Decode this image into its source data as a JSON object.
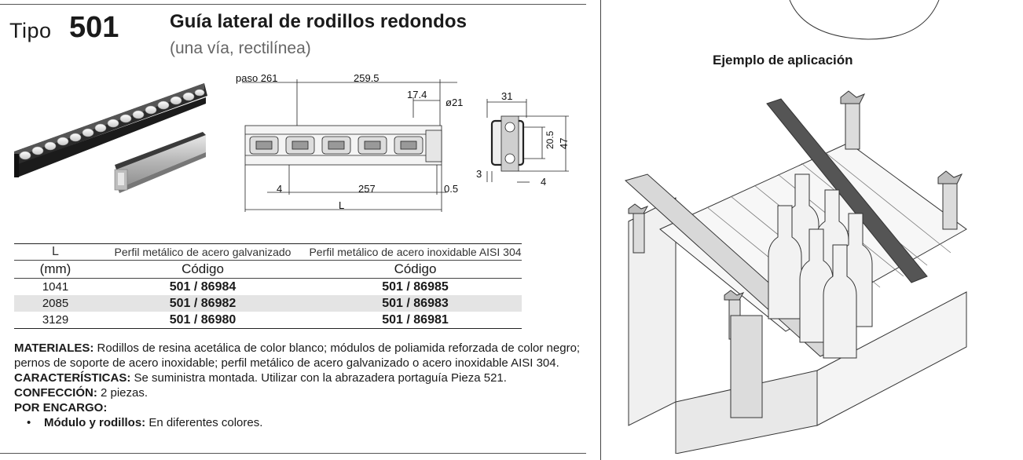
{
  "header": {
    "tipo_label": "Tipo",
    "tipo_number": "501",
    "title": "Guía lateral de rodillos redondos",
    "subtitle": "(una vía, rectilínea)"
  },
  "drawing": {
    "paso_label": "paso 261",
    "dim_259_5": "259.5",
    "dim_17_4": "17.4",
    "dim_d21": "ø21",
    "dim_4": "4",
    "dim_257": "257",
    "dim_0_5": "0.5",
    "dim_L": "L",
    "side_31": "31",
    "side_20_5": "20.5",
    "side_47": "47",
    "side_3": "3",
    "side_4": "4"
  },
  "application": {
    "title": "Ejemplo de aplicación"
  },
  "table": {
    "header_row1": [
      "L",
      "Perfil metálico de acero galvanizado",
      "Perfil metálico de acero inoxidable AISI 304"
    ],
    "header_row2": [
      "(mm)",
      "Código",
      "Código"
    ],
    "rows": [
      {
        "length": "1041",
        "galvanized": "501 / 86984",
        "stainless": "501 / 86985"
      },
      {
        "length": "2085",
        "galvanized": "501 / 86982",
        "stainless": "501 / 86983"
      },
      {
        "length": "3129",
        "galvanized": "501 / 86980",
        "stainless": "501 / 86981"
      }
    ]
  },
  "notes": {
    "materiales_label": "MATERIALES:",
    "materiales_text": " Rodillos de resina acetálica de color blanco; módulos de poliamida reforzada de color negro;",
    "materiales_text2": "pernos de soporte de acero inoxidable; perfil metálico de acero galvanizado o acero inoxidable AISI 304.",
    "caracteristicas_label": "CARACTERÍSTICAS:",
    "caracteristicas_text": " Se suministra montada. Utilizar con la abrazadera portaguía Pieza 521.",
    "confeccion_label": "CONFECCIÓN:",
    "confeccion_text": " 2 piezas.",
    "encargo_label": "POR ENCARGO:",
    "bullet": "•",
    "bullet_label": "Módulo y rodillos:",
    "bullet_text": " En diferentes colores."
  }
}
